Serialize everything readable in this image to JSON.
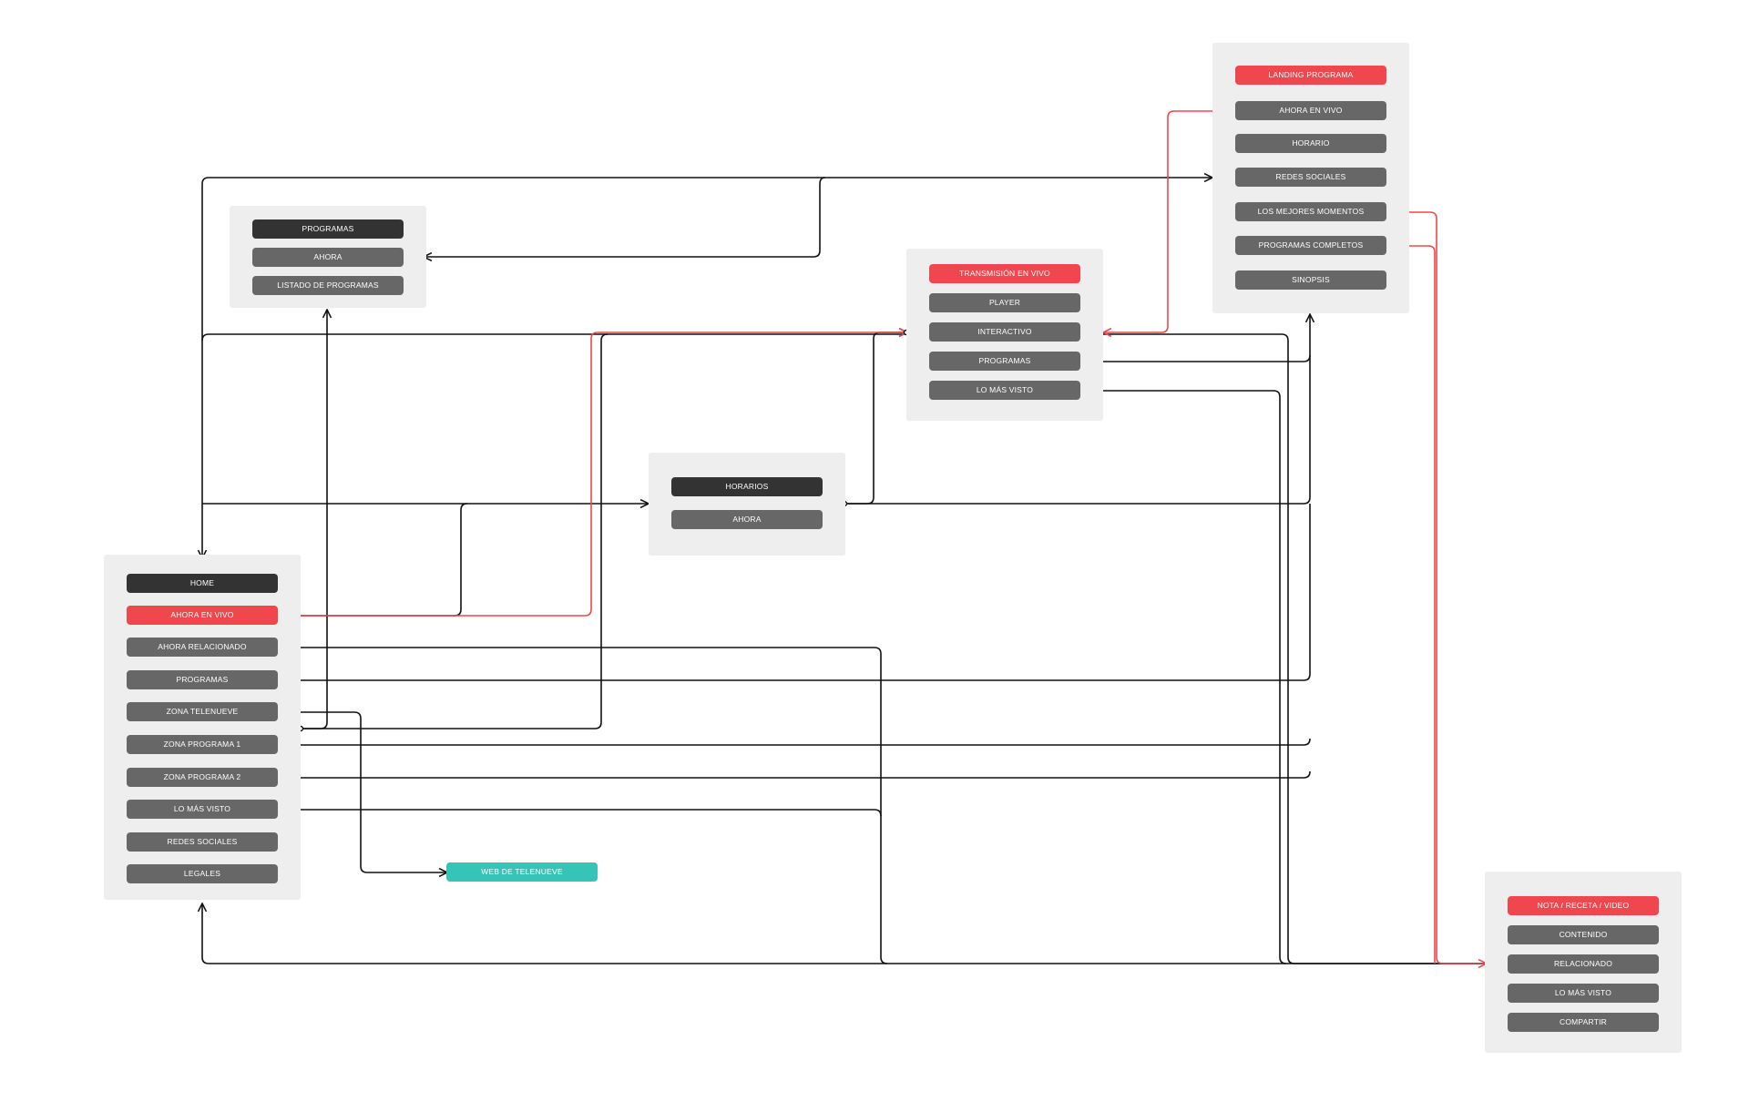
{
  "colors": {
    "panel": "#eeeeee",
    "node_dark": "#333333",
    "node_grey": "#676767",
    "node_red": "#f0474e",
    "node_teal": "#35c4b5",
    "wire_black": "#111111",
    "wire_red": "#f0474e"
  },
  "groups": {
    "programas": {
      "items": [
        "PROGRAMAS",
        "AHORA",
        "LISTADO DE PROGRAMAS"
      ]
    },
    "transmision": {
      "items": [
        "TRANSMISIÓN EN VIVO",
        "PLAYER",
        "INTERACTIVO",
        "PROGRAMAS",
        "LO MÁS VISTO"
      ]
    },
    "landing": {
      "items": [
        "LANDING PROGRAMA",
        "AHORA EN VIVO",
        "HORARIO",
        "REDES SOCIALES",
        "LOS MEJORES MOMENTOS",
        "PROGRAMAS COMPLETOS",
        "SINOPSIS"
      ]
    },
    "horarios": {
      "items": [
        "HORARIOS",
        "AHORA"
      ]
    },
    "home": {
      "items": [
        "HOME",
        "AHORA EN VIVO",
        "AHORA RELACIONADO",
        "PROGRAMAS",
        "ZONA TELENUEVE",
        "ZONA PROGRAMA 1",
        "ZONA PROGRAMA 2",
        "LO MÁS VISTO",
        "REDES SOCIALES",
        "LEGALES"
      ]
    },
    "nota": {
      "items": [
        "NOTA / RECETA / VIDEO",
        "CONTENIDO",
        "RELACIONADO",
        "LO MÁS VISTO",
        "COMPARTIR"
      ]
    }
  },
  "external": {
    "web_telenueve": "WEB DE TELENUEVE"
  }
}
